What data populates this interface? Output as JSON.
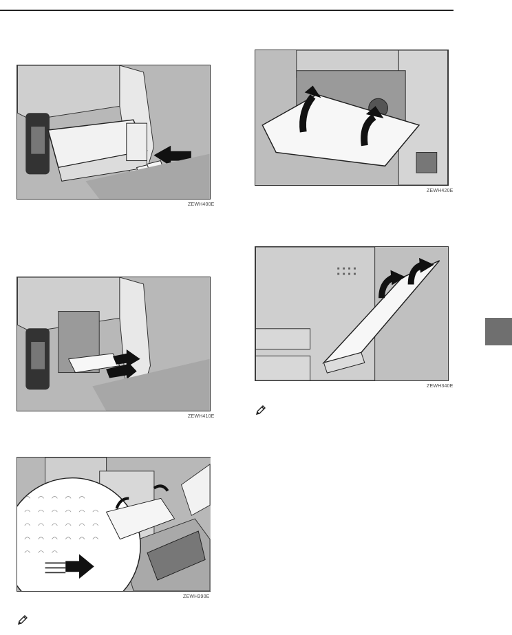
{
  "figures": [
    {
      "id": "fig1",
      "caption": "ZEWH400E"
    },
    {
      "id": "fig2",
      "caption": "ZEWH410E"
    },
    {
      "id": "fig3",
      "caption": "ZEWH390E"
    },
    {
      "id": "fig4",
      "caption": "ZEWH420E"
    },
    {
      "id": "fig5",
      "caption": "ZEWH340E"
    }
  ],
  "colors": {
    "figure_bg": "#bdbdbd",
    "side_tab": "#6f6f6f",
    "ink": "#222222"
  },
  "icons": {
    "note": "pencil-note-icon",
    "section_tab": "section-tab"
  }
}
